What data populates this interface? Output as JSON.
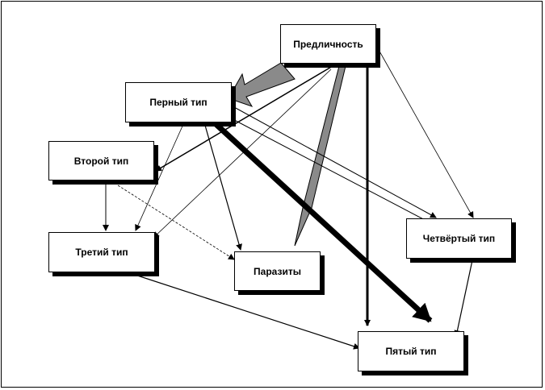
{
  "nodes": {
    "predilection": "Предличность",
    "type1": "Перный тип",
    "type2": "Второй тип",
    "type3": "Третий тип",
    "type4": "Четвёртый тип",
    "type5": "Пятый тип",
    "parasites": "Паразиты"
  }
}
